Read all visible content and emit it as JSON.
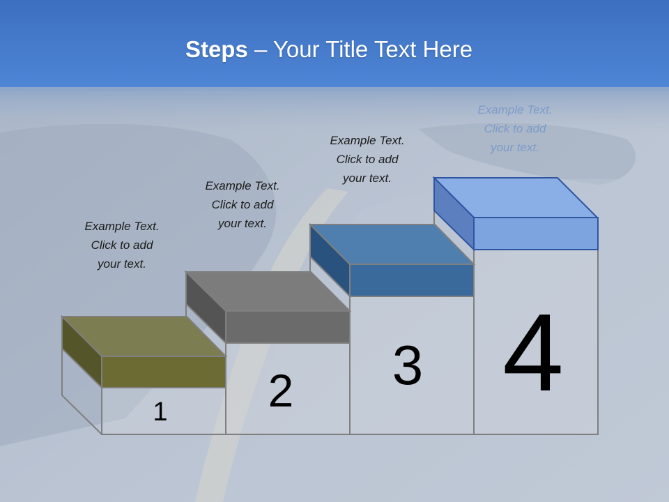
{
  "slide": {
    "title_bold": "Steps",
    "title_rest": " – Your Title Text Here"
  },
  "steps": [
    {
      "number": "1",
      "caption": "Example Text.\nClick  to add\nyour text.",
      "color": "#6b6b33"
    },
    {
      "number": "2",
      "caption": "Example Text.\nClick  to add\nyour text.",
      "color": "#6b6b6b"
    },
    {
      "number": "3",
      "caption": "Example Text.\nClick  to add\nyour text.",
      "color": "#3a6a9c"
    },
    {
      "number": "4",
      "caption": "Example Text.\nClick  to add\nyour text.",
      "color": "#7ea4e0"
    }
  ]
}
